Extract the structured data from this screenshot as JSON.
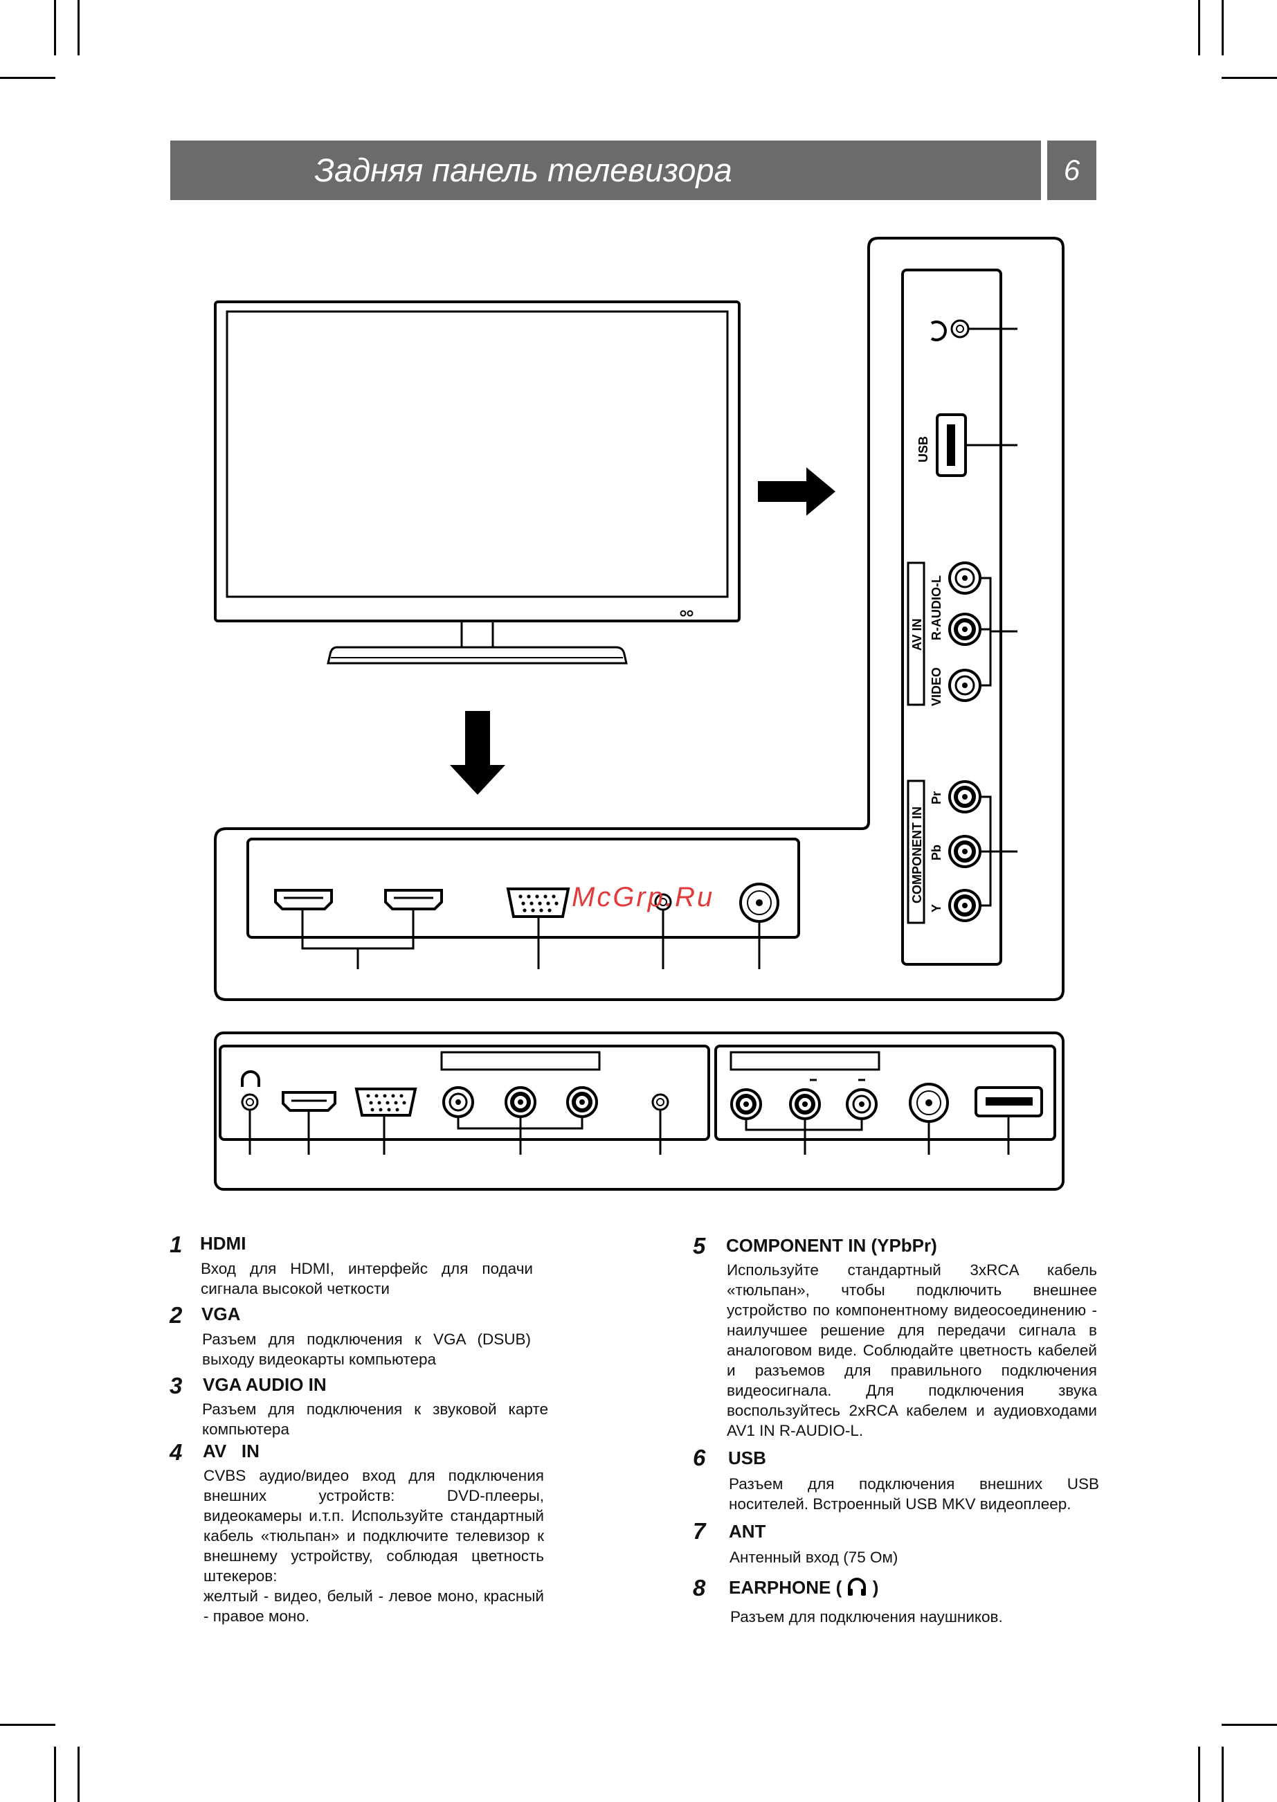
{
  "header": {
    "title": "Задняя панель телевизора",
    "page_number": "6"
  },
  "watermark": "McGrp.Ru",
  "side_panel": {
    "usb_label": "USB",
    "av_in_label": "AV IN",
    "r_audio_l_label": "R-AUDIO-L",
    "video_label": "VIDEO",
    "component_label": "COMPONENT IN",
    "pr_label": "Pr",
    "pb_label": "Pb",
    "y_label": "Y"
  },
  "descriptions": [
    {
      "num": "1",
      "title": "HDMI",
      "text": "Вход для HDMI, интерфейс для подачи сигнала высокой четкости"
    },
    {
      "num": "2",
      "title": "VGA",
      "text": "Разъем для подключения к VGA (DSUB) выходу видеокарты компьютера"
    },
    {
      "num": "3",
      "title": "VGA AUDIO IN",
      "text": "Разъем для подключения к звуковой карте компьютера"
    },
    {
      "num": "4",
      "title": "AV   IN",
      "text": "CVBS аудио/видео вход для подключения внешних устройств: DVD-плееры, видеокамеры и.т.п. Используйте стандартный кабель «тюльпан» и подключите телевизор к внешнему устройству, соблюдая цветность штекеров:",
      "text2": "желтый - видео, белый - левое моно, красный - правое моно."
    },
    {
      "num": "5",
      "title": "COMPONENT IN (YPbPr)",
      "text": "Используйте стандартный 3xRCA кабель «тюльпан», чтобы подключить внешнее устройство по компонентному видеосоединению - наилучшее решение для передачи сигнала в аналоговом виде. Соблюдайте цветность кабелей и разъемов для правильного подключения видеосигнала. Для подключения звука воспользуйтесь 2xRCA кабелем и аудиовходами AV1 IN R-AUDIO-L."
    },
    {
      "num": "6",
      "title": "USB",
      "text": "Разъем для подключения внешних USB носителей. Встроенный USB MKV видеоплеер."
    },
    {
      "num": "7",
      "title": "ANT",
      "text": "Антенный вход (75 Ом)"
    },
    {
      "num": "8",
      "title": "EARPHONE (",
      "title_end": ")",
      "text": "Разъем для подключения наушников."
    }
  ]
}
